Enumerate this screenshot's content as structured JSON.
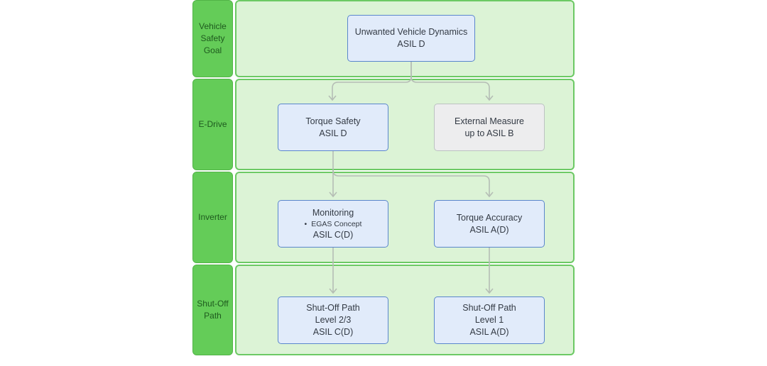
{
  "diagram": {
    "lanes": [
      {
        "id": "vehicle-safety-goal",
        "label": "Vehicle\nSafety\nGoal"
      },
      {
        "id": "e-drive",
        "label": "E-Drive"
      },
      {
        "id": "inverter",
        "label": "Inverter"
      },
      {
        "id": "shut-off-path",
        "label": "Shut-Off\nPath"
      }
    ],
    "nodes": {
      "unwanted_vehicle_dynamics": {
        "title": "Unwanted Vehicle Dynamics",
        "asil": "ASIL D"
      },
      "torque_safety": {
        "title": "Torque Safety",
        "asil": "ASIL D"
      },
      "external_measure": {
        "title": "External Measure",
        "asil": "up to ASIL B"
      },
      "monitoring": {
        "title": "Monitoring",
        "bullet": "EGAS Concept",
        "asil": "ASIL C(D)"
      },
      "torque_accuracy": {
        "title": "Torque Accuracy",
        "asil": "ASIL A(D)"
      },
      "shutoff_level23": {
        "title": "Shut-Off Path",
        "level": "Level 2/3",
        "asil": "ASIL C(D)"
      },
      "shutoff_level1": {
        "title": "Shut-Off Path",
        "level": "Level 1",
        "asil": "ASIL A(D)"
      }
    },
    "edges": [
      {
        "from": "unwanted_vehicle_dynamics",
        "to": "torque_safety"
      },
      {
        "from": "unwanted_vehicle_dynamics",
        "to": "external_measure"
      },
      {
        "from": "torque_safety",
        "to": "monitoring"
      },
      {
        "from": "torque_safety",
        "to": "torque_accuracy"
      },
      {
        "from": "monitoring",
        "to": "shutoff_level23"
      },
      {
        "from": "torque_accuracy",
        "to": "shutoff_level1"
      }
    ],
    "colors": {
      "lane_header": "#64cc58",
      "lane_body": "#dcf3d6",
      "node_blue_fill": "#e1ebfa",
      "node_blue_border": "#5a86cc",
      "node_gray_fill": "#ededee",
      "connector": "#b5bdb5"
    }
  }
}
